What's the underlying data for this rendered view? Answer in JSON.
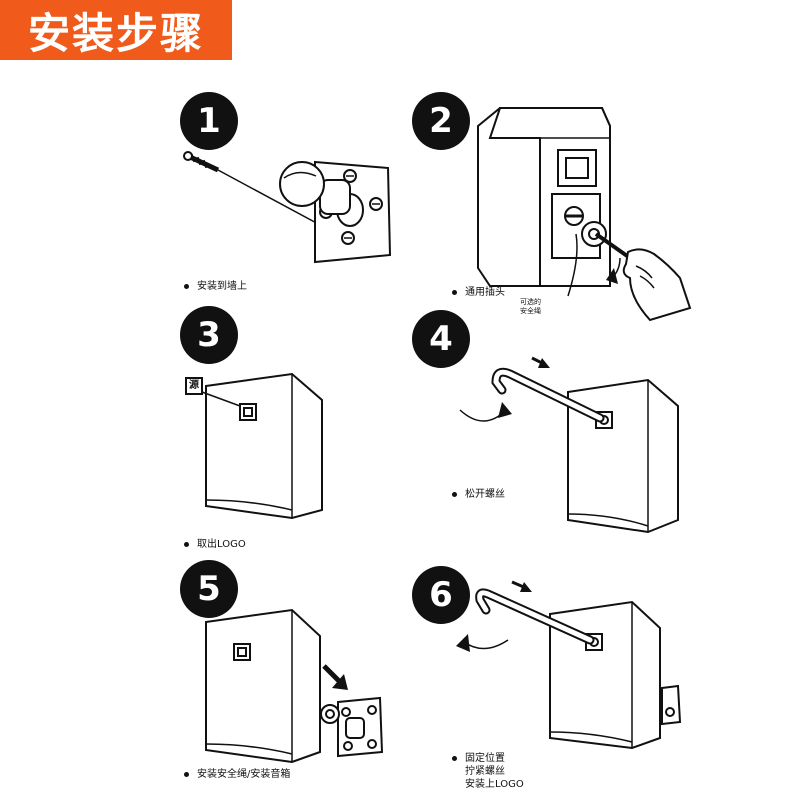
{
  "banner": {
    "title": "安装步骤",
    "color": "#f05a1a"
  },
  "steps": [
    {
      "number": "1",
      "caption": "安装到墙上"
    },
    {
      "number": "2",
      "caption": "通用插头",
      "note_lines": [
        "可选的",
        "安全绳"
      ]
    },
    {
      "number": "3",
      "caption": "取出LOGO",
      "logo_tag": "源"
    },
    {
      "number": "4",
      "caption": "松开螺丝"
    },
    {
      "number": "5",
      "caption": "安装安全绳/安装音箱"
    },
    {
      "number": "6",
      "caption_lines": [
        "固定位置",
        "拧紧螺丝",
        "安装上LOGO"
      ]
    }
  ]
}
